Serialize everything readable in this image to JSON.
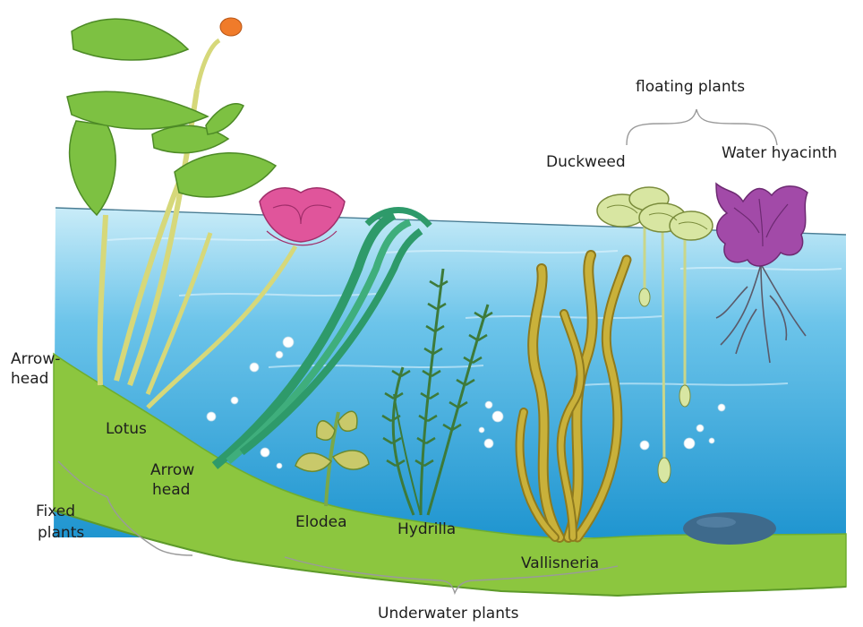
{
  "labels": {
    "floating_plants": "floating plants",
    "duckweed": "Duckweed",
    "water_hyacinth": "Water hyacinth",
    "arrowhead_top_1": "Arrow-",
    "arrowhead_top_2": "head",
    "lotus": "Lotus",
    "arrowhead_low_1": "Arrow",
    "arrowhead_low_2": "head",
    "fixed_plants_1": "Fixed",
    "fixed_plants_2": "plants",
    "elodea": "Elodea",
    "hydrilla": "Hydrilla",
    "vallisneria": "Vallisneria",
    "underwater_plants": "Underwater plants"
  },
  "colors": {
    "water_top": "#bfe6f5",
    "water_bottom": "#2aa0d6",
    "ground": "#8cc63f",
    "ground_dark": "#6fae2f",
    "leaf": "#7dc142",
    "lotus_flower": "#e0559b",
    "hyacinth": "#a24aa8",
    "ribbon": "#2e9a6a",
    "hydrilla": "#3d7a3a",
    "vallisneria": "#b8a12a",
    "duckweed": "#d8e6a2",
    "stone": "#3e6a8c"
  }
}
